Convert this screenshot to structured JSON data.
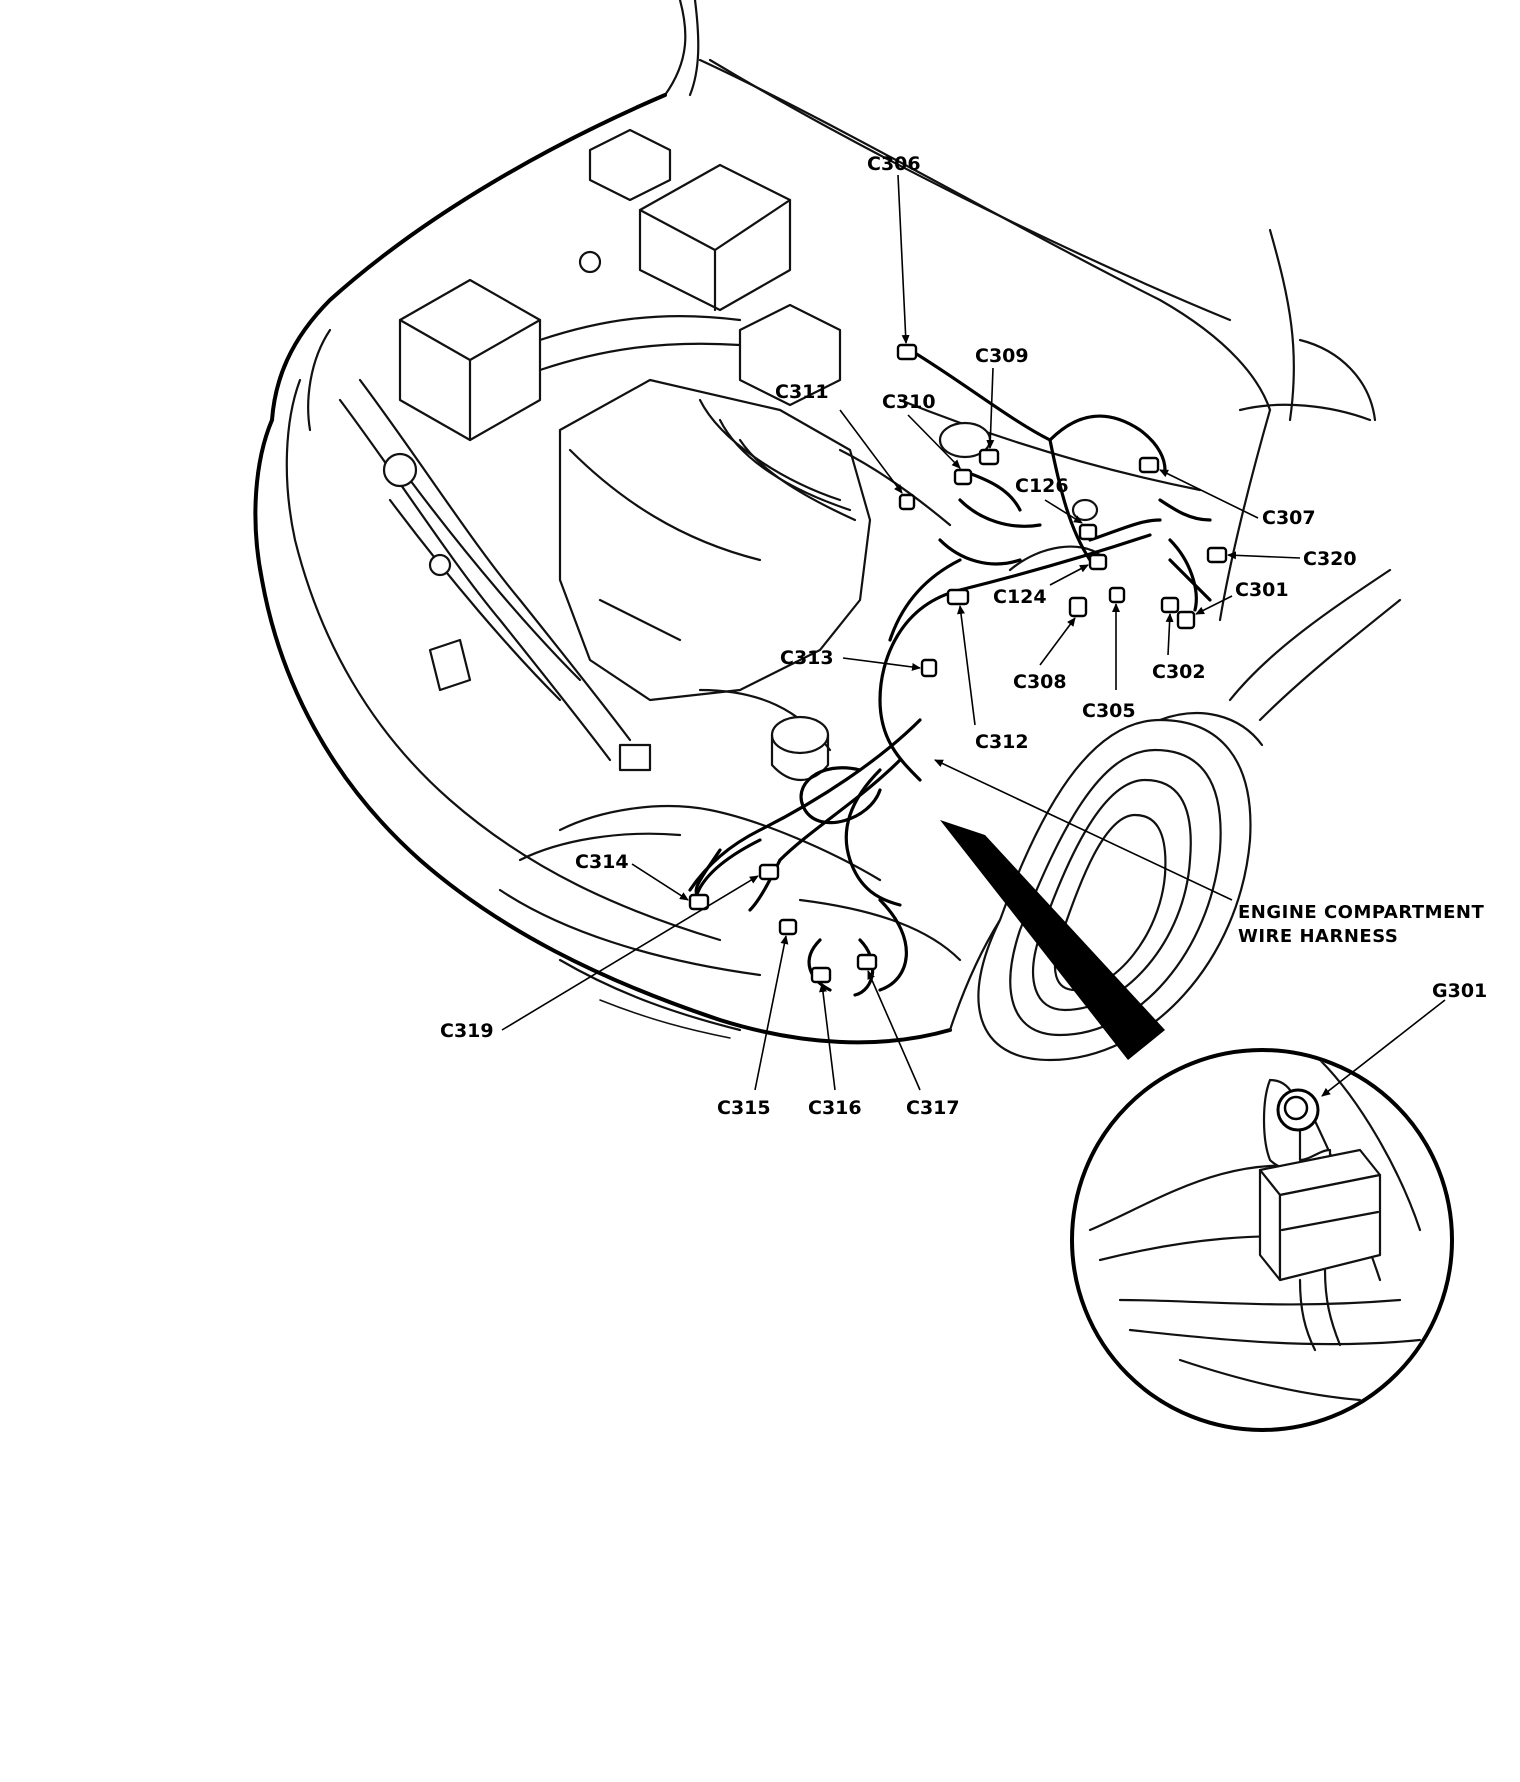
{
  "connectors": {
    "c306": "C306",
    "c309": "C309",
    "c311": "C311",
    "c310": "C310",
    "c126": "C126",
    "c307": "C307",
    "c320": "C320",
    "c124": "C124",
    "c301": "C301",
    "c313": "C313",
    "c308": "C308",
    "c302": "C302",
    "c305": "C305",
    "c312": "C312",
    "c314": "C314",
    "c319": "C319",
    "c315": "C315",
    "c316": "C316",
    "c317": "C317",
    "g301": "G301"
  },
  "harness_label": {
    "line1": "ENGINE COMPARTMENT",
    "line2": "WIRE HARNESS"
  },
  "colors": {
    "ink": "#000000",
    "paper": "#ffffff"
  }
}
